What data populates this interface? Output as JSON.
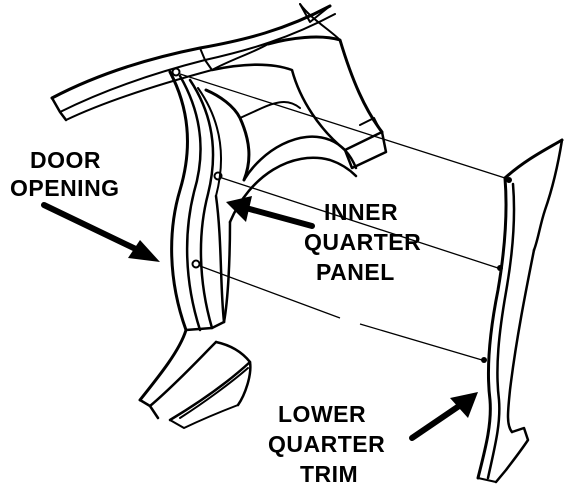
{
  "labels": {
    "door_opening": [
      "DOOR",
      "OPENING"
    ],
    "inner_quarter_panel": [
      "INNER",
      "QUARTER",
      "PANEL"
    ],
    "lower_quarter_trim": [
      "LOWER",
      "QUARTER",
      "TRIM"
    ]
  },
  "colors": {
    "ink": "#000000",
    "paper": "#ffffff"
  }
}
